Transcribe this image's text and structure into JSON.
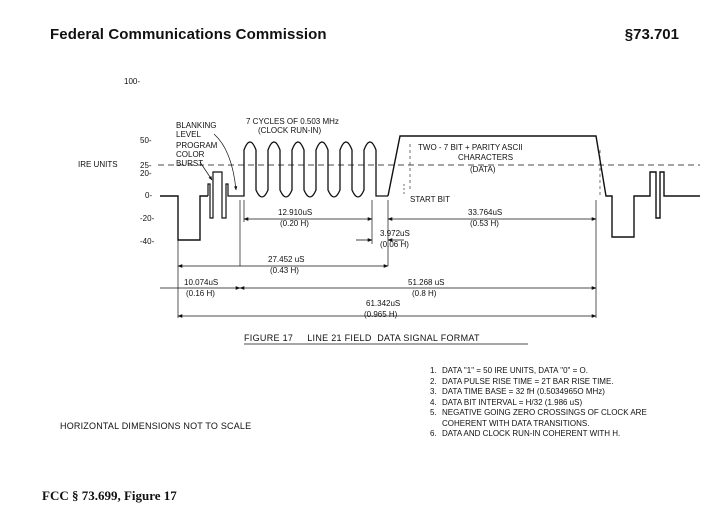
{
  "header": {
    "left": "Federal Communications Commission",
    "right": "§73.701"
  },
  "figure": {
    "y_axis_label": "IRE UNITS",
    "y_ticks": [
      "100-",
      "50-",
      "25-",
      "20-",
      "0-",
      "-20-",
      "-40-"
    ],
    "labels": {
      "blanking_level": [
        "BLANKING",
        "LEVEL"
      ],
      "color_burst": [
        "PROGRAM",
        "COLOR",
        "BURST"
      ],
      "clock_runin": [
        "7 CYCLES OF 0.503 MHz",
        "(CLOCK RUN-IN)"
      ],
      "data_chars": [
        "TWO - 7 BIT + PARITY ASCII",
        "CHARACTERS",
        "(DATA)"
      ],
      "start_bit": "START BIT"
    },
    "dimensions": {
      "d1": [
        "12.910uS",
        "(0.20 H)"
      ],
      "d2": [
        "33.764uS",
        "(0.53 H)"
      ],
      "d3": [
        "3.972uS",
        "(0.06 H)"
      ],
      "d4": [
        "27.452 uS",
        "(0.43 H)"
      ],
      "d5": [
        "10.074uS",
        "(0.16 H)"
      ],
      "d6": [
        "51.268 uS",
        "(0.8 H)"
      ],
      "d7": [
        "61.342uS",
        "(0.965 H)"
      ]
    },
    "caption": "FIGURE 17     LINE 21 FIELD  DATA SIGNAL FORMAT"
  },
  "note": "HORIZONTAL  DIMENSIONS  NOT  TO  SCALE",
  "legend": [
    {
      "num": "1.",
      "text": "DATA \"1\" = 50 IRE UNITS, DATA \"0\" = O."
    },
    {
      "num": "2.",
      "text": "DATA PULSE RISE TIME = 2T BAR RISE TIME."
    },
    {
      "num": "3.",
      "text": "DATA TIME BASE = 32 fH (0.5034965O MHz)"
    },
    {
      "num": "4.",
      "text": "DATA BIT INTERVAL = H/32  (1.986 uS)"
    },
    {
      "num": "5.",
      "text": "NEGATIVE GOING ZERO CROSSINGS OF CLOCK ARE COHERENT WITH DATA TRANSITIONS."
    },
    {
      "num": "6.",
      "text": "DATA AND CLOCK RUN-IN COHERENT WITH H."
    }
  ],
  "footer": "FCC § 73.699, Figure 17"
}
